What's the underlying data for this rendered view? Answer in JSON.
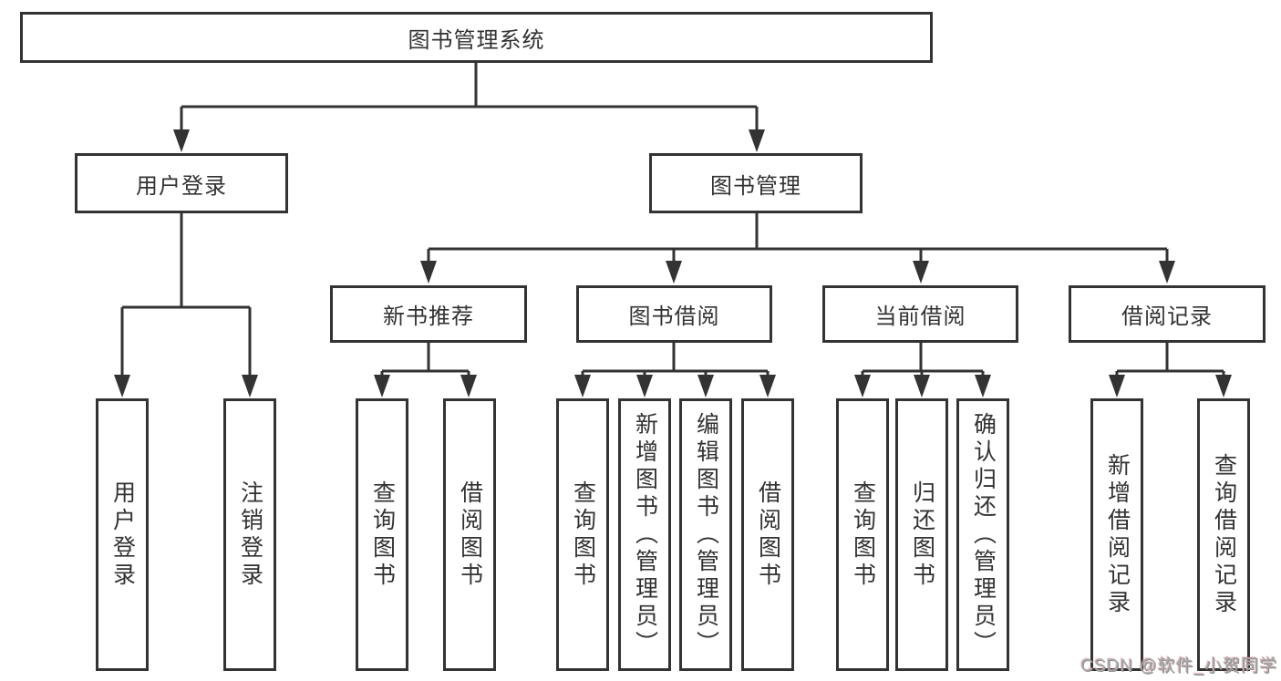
{
  "colors": {
    "line": "#333333",
    "box_border": "#333333",
    "text": "#323232",
    "watermark_text": "#aaaaaa"
  },
  "watermark": "CSDN @软件_小贺同学",
  "tree": {
    "root": "图书管理系统",
    "level1": [
      {
        "label": "用户登录",
        "leaves": [
          "用户登录",
          "注销登录"
        ]
      },
      {
        "label": "图书管理",
        "groups": [
          {
            "label": "新书推荐",
            "leaves": [
              "查询图书",
              "借阅图书"
            ]
          },
          {
            "label": "图书借阅",
            "leaves": [
              "查询图书",
              "新增图书（管理员）",
              "编辑图书（管理员）",
              "借阅图书"
            ]
          },
          {
            "label": "当前借阅",
            "leaves": [
              "查询图书",
              "归还图书",
              "确认归还（管理员）"
            ]
          },
          {
            "label": "借阅记录",
            "leaves": [
              "新增借阅记录",
              "查询借阅记录"
            ]
          }
        ]
      }
    ]
  }
}
